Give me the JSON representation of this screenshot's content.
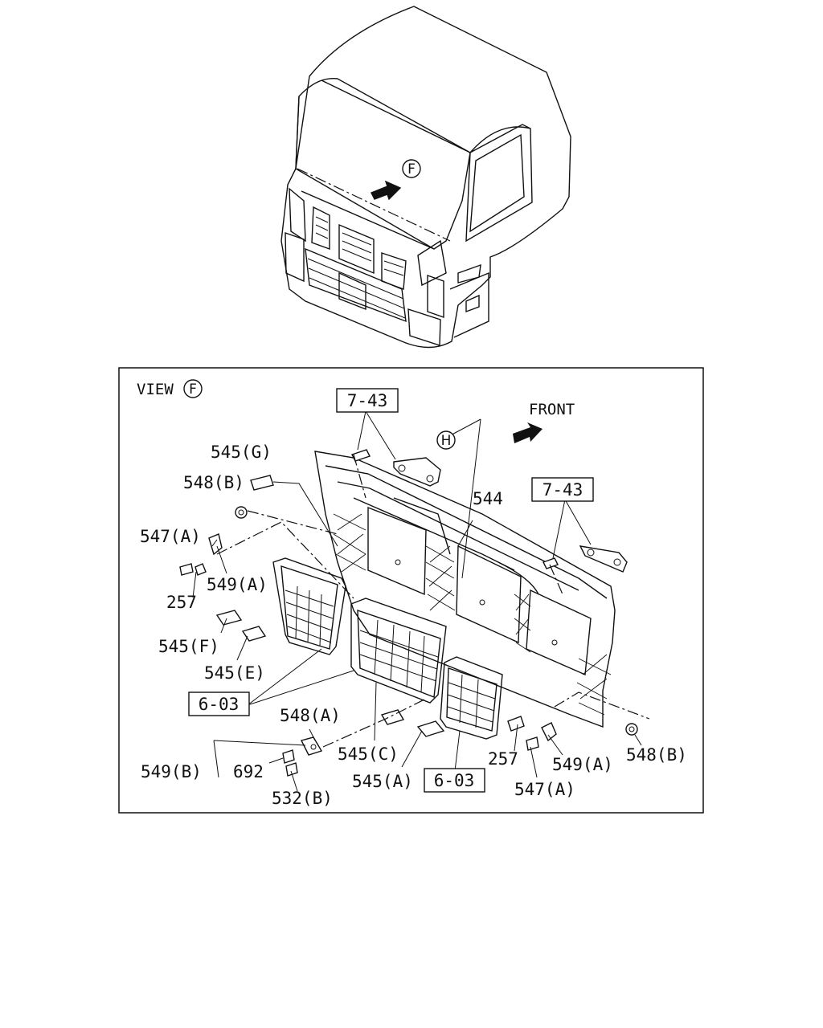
{
  "view": {
    "prefix": "VIEW",
    "marker": "F"
  },
  "cab_marker": "F",
  "front_label": "FRONT",
  "section_marker": "H",
  "ref_boxes": {
    "ref_743_left": "7-43",
    "ref_743_right": "7-43",
    "ref_603_left": "6-03",
    "ref_603_right": "6-03"
  },
  "parts": {
    "p545g": "545(G)",
    "p548b_left": "548(B)",
    "p547a_left": "547(A)",
    "p549a_left": "549(A)",
    "p257_left": "257",
    "p545f": "545(F)",
    "p545e": "545(E)",
    "p544": "544",
    "p548a": "548(A)",
    "p545c": "545(C)",
    "p545a": "545(A)",
    "p549b": "549(B)",
    "p692": "692",
    "p532b": "532(B)",
    "p257_right": "257",
    "p549a_right": "549(A)",
    "p547a_right": "547(A)",
    "p548b_right": "548(B)"
  }
}
